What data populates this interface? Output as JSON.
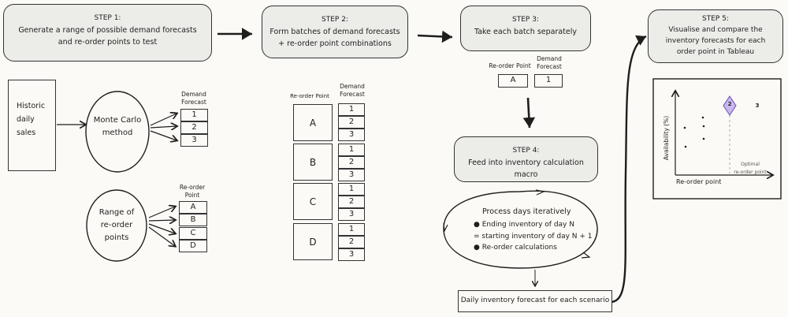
{
  "steps": {
    "s1": {
      "title": "STEP 1:",
      "line1": "Generate a range of possible demand forecasts",
      "line2": "and re-order points to test"
    },
    "s2": {
      "title": "STEP 2:",
      "line1": "Form batches of demand forecasts",
      "line2": "+ re-order point combinations"
    },
    "s3": {
      "title": "STEP 3:",
      "line1": "Take each batch separately"
    },
    "s4": {
      "title": "STEP 4:",
      "line1": "Feed into inventory calculation macro"
    },
    "s5": {
      "title": "STEP 5:",
      "line1": "Visualise and compare the",
      "line2": "inventory forecasts for each",
      "line3": "order point in Tableau"
    }
  },
  "left": {
    "historic": [
      "Historic",
      "daily",
      "sales"
    ],
    "monte_carlo": [
      "Monte Carlo",
      "method"
    ],
    "demand_forecast_label": [
      "Demand",
      "Forecast"
    ],
    "demand_values": [
      "1",
      "2",
      "3"
    ],
    "range": [
      "Range of",
      "re-order",
      "points"
    ],
    "reorder_label": [
      "Re-order",
      "Point"
    ],
    "reorder_values": [
      "A",
      "B",
      "C",
      "D"
    ]
  },
  "batches": {
    "reorder_header": "Re-order Point",
    "demand_header": [
      "Demand",
      "Forecast"
    ],
    "points": [
      "A",
      "B",
      "C",
      "D"
    ],
    "forecasts": [
      "1",
      "2",
      "3"
    ]
  },
  "step3": {
    "reorder_header": "Re-order Point",
    "demand_header": [
      "Demand",
      "Forecast"
    ],
    "point": "A",
    "forecast": "1"
  },
  "macro": {
    "heading": "Process days iteratively",
    "line1": "Ending inventory of day N",
    "line2": "= starting inventory of day N + 1",
    "line3": "Re-order calculations"
  },
  "output": "Daily inventory forecast for each scenario",
  "chart_data": {
    "type": "scatter",
    "xlabel": "Re-order point",
    "ylabel": "Availability (%)",
    "annotation": [
      "Optimal",
      "re-order point"
    ],
    "highlight_label": "2",
    "point_label": "3",
    "highlight_color": "#c9b8f0"
  }
}
